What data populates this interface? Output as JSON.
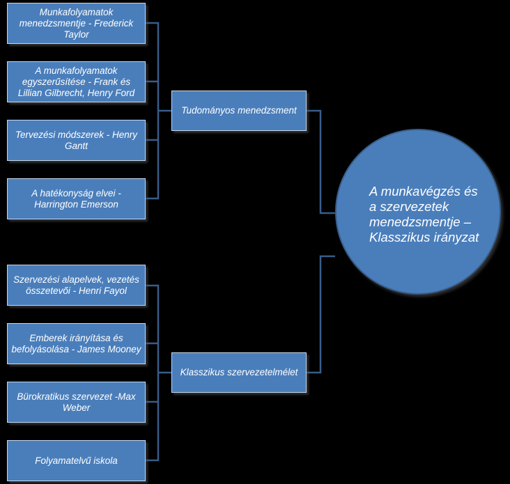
{
  "top_group": {
    "items": [
      "Munkafolyamatok menedzsmentje - Frederick Taylor",
      "A munkafolyamatok egyszerűsítése - Frank és Lillian Gilbrecht, Henry Ford",
      "Tervezési módszerek - Henry Gantt",
      "A hatékonyság elvei - Harrington Emerson"
    ],
    "label": "Tudományos menedzsment"
  },
  "bottom_group": {
    "items": [
      "Szervezési alapelvek, vezetés összetevői - Henri Fayol",
      "Emberek irányítása és befolyásolása - James Mooney",
      "Bürokratikus szervezet -Max Weber",
      "Folyamatelvű iskola"
    ],
    "label": "Klasszikus szervezetelmélet"
  },
  "root": {
    "label": "A munkavégzés és a szervezetek menedzsmentje – Klasszikus irányzat"
  },
  "colors": {
    "box_fill": "#4a7ebb",
    "connector": "#385d8a",
    "background": "#000000"
  }
}
